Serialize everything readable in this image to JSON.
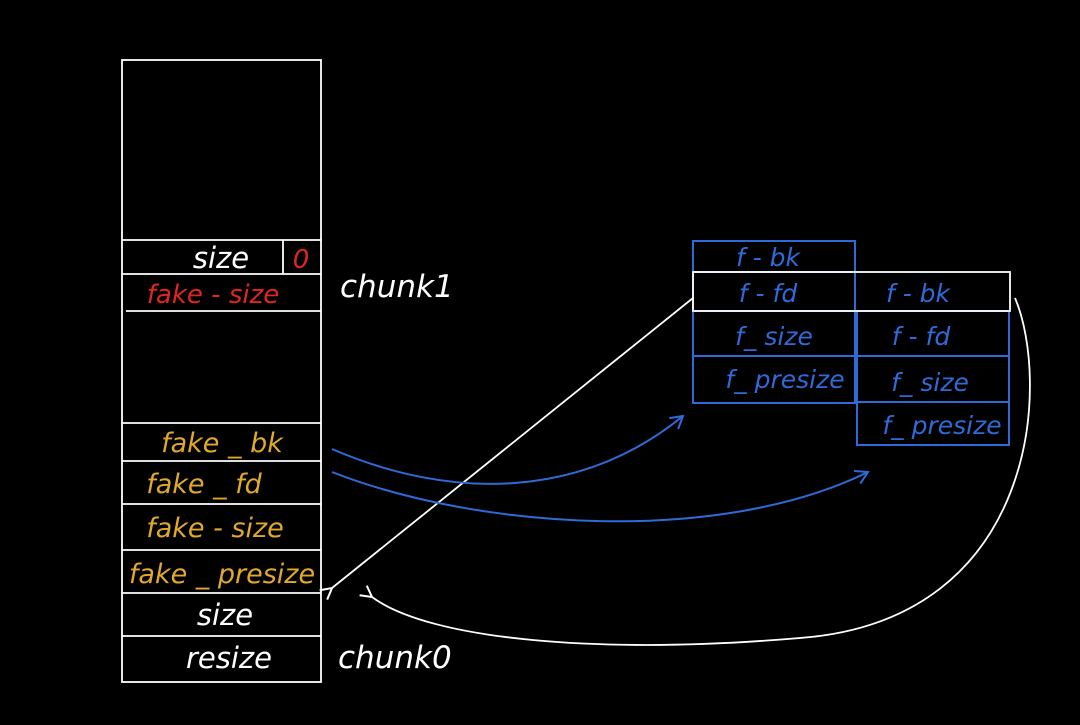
{
  "colors": {
    "background": "#000000",
    "stack_outline": "#ffffff",
    "fake_chunk_label": "#e1a92c",
    "fake_size_in_chunk1": "#e0261f",
    "fake_chunk_blocks": "#2f6bd8",
    "fd_bk_arrows": "#2f6bd8",
    "pointer_arrows": "#ffffff"
  },
  "memory_column": {
    "chunk1": {
      "size_label": "size",
      "flag_label": "0",
      "fake_size_label": "fake - size",
      "chunk_name": "chunk1"
    },
    "chunk0": {
      "fake_bk_label": "fake _ bk",
      "fake_fd_label": "fake _ fd",
      "fake_size_label": "fake - size",
      "fake_presize_label": "fake _ presize",
      "size_label": "size",
      "resize_label": "resize",
      "chunk_name": "chunk0"
    }
  },
  "fake_chunk_a": {
    "rows": [
      "f - bk",
      "f - fd",
      "f_ size",
      "f_ presize"
    ]
  },
  "fake_chunk_b": {
    "rows": [
      "f - bk",
      "f - fd",
      "f_ size",
      "f_ presize"
    ]
  }
}
